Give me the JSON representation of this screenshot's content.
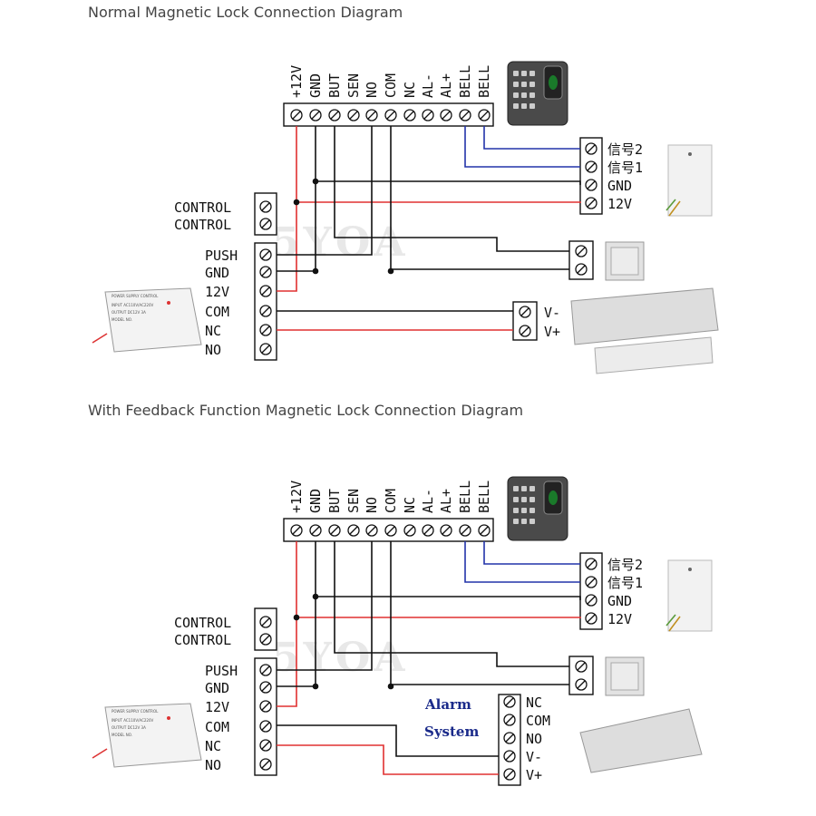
{
  "headings": {
    "normal": "Normal Magnetic Lock Connection Diagram",
    "feedback": "With Feedback Function Magnetic Lock Connection Diagram"
  },
  "terminal_top_labels": [
    "+12V",
    "GND",
    "BUT",
    "SEN",
    "NO",
    "COM",
    "NC",
    "AL-",
    "AL+",
    "BELL",
    "BELL"
  ],
  "control_labels": [
    "CONTROL",
    "CONTROL"
  ],
  "psu_labels": [
    "PUSH",
    "GND",
    "12V",
    "COM",
    "NC",
    "NO"
  ],
  "reader_labels": [
    "信号2",
    "信号1",
    "GND",
    "12V"
  ],
  "lock_labels": [
    "V-",
    "V+"
  ],
  "alarm_labels": [
    "NC",
    "COM",
    "NO",
    "V-",
    "V+"
  ],
  "alarm_system_text": [
    "Alarm",
    "System"
  ],
  "watermark": "5YOA",
  "psu_print": [
    "POWER SUPPLY CONTROL",
    "INPUT AC110V/AC220V",
    "OUTPUT DC12V 3A",
    "MODEL NO."
  ],
  "colors": {
    "red_wire": "#e03030",
    "blue_wire": "#2233aa",
    "black_wire": "#111111"
  }
}
